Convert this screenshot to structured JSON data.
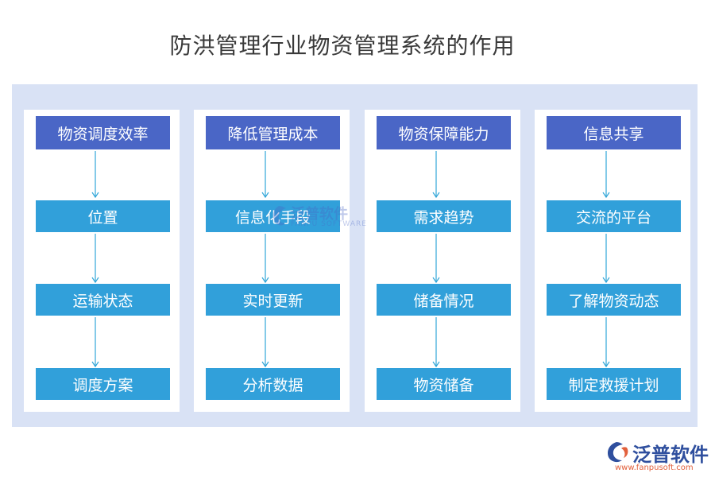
{
  "title": "防洪管理行业物资管理系统的作用",
  "columns": [
    {
      "header": "物资调度效率",
      "steps": [
        "位置",
        "运输状态",
        "调度方案"
      ]
    },
    {
      "header": "降低管理成本",
      "steps": [
        "信息化手段",
        "实时更新",
        "分析数据"
      ]
    },
    {
      "header": "物资保障能力",
      "steps": [
        "需求趋势",
        "储备情况",
        "物资储备"
      ]
    },
    {
      "header": "信息共享",
      "steps": [
        "交流的平台",
        "了解物资动态",
        "制定救援计划"
      ]
    }
  ],
  "watermark": {
    "name": "泛普软件",
    "subtitle": "FANPU SOFTWARE"
  },
  "logo": {
    "name": "泛普软件",
    "url": "www.fanpusoft.com"
  },
  "colors": {
    "header_box": "#4a66c6",
    "step_box": "#31a0da",
    "panel_bg": "#d9e2f5",
    "arrow": "#31a6d8"
  }
}
